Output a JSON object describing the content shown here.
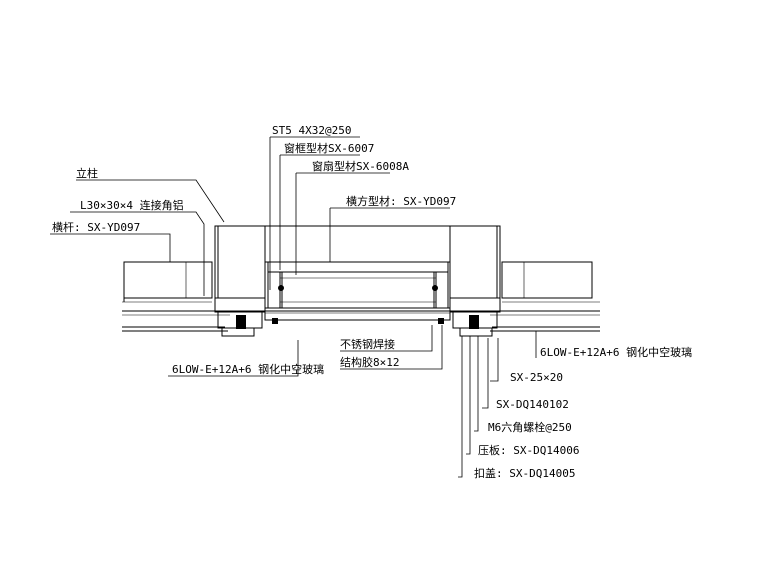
{
  "labels": {
    "st5": "ST5 4X32@250",
    "window_frame": "窗框型材SX-6007",
    "sash": "窗扇型材SX-6008A",
    "transom": "横方型材: SX-YD097",
    "mullion": "立柱",
    "angle": "L30×30×4 连接角铝",
    "beam": "横杆: SX-YD097",
    "glass_left": "6LOW-E+12A+6 钢化中空玻璃",
    "glass_right": "6LOW-E+12A+6 钢化中空玻璃",
    "stainless": "不锈钢焊接",
    "structural": "结构胶8×12",
    "sx25": "SX-25×20",
    "dq102": "SX-DQ140102",
    "bolt": "M6六角螺栓@250",
    "plate": "压板: SX-DQ14006",
    "cover": "扣盖: SX-DQ14005"
  }
}
